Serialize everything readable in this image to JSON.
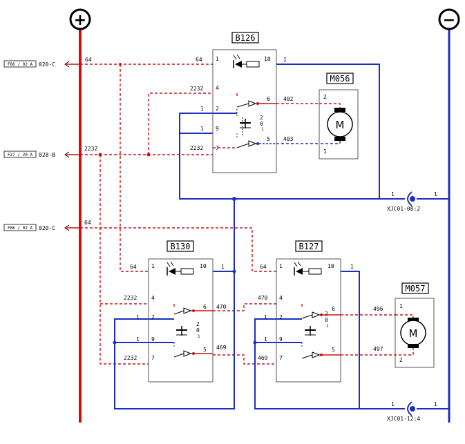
{
  "rails": {
    "positive_symbol": "+",
    "negative_symbol": "−",
    "positive_color": "#cc1111",
    "negative_color": "#1a2fbf"
  },
  "connectors": {
    "left_top": {
      "tag": "F86 / 02 A",
      "name": "020-C",
      "wire": "64"
    },
    "left_mid": {
      "tag": "F27 / 20 A",
      "name": "028-B",
      "wire": "2232"
    },
    "left_low": {
      "tag": "F86 / 02 A",
      "name": "020-C",
      "wire": "64"
    },
    "xjc_top": {
      "name": "XJC01-08:2",
      "pin_l": "1",
      "pin_r": "1"
    },
    "xjc_bot": {
      "name": "XJC01-12:4",
      "pin_l": "1",
      "pin_r": "1"
    }
  },
  "b126": {
    "title": "B126",
    "pins": {
      "p1": "1",
      "p10": "10",
      "p4": "4",
      "p2": "2",
      "p9": "9",
      "p7": "7",
      "p6": "6",
      "p5": "5"
    },
    "wires": {
      "w64": "64",
      "w1": "1",
      "w2232a": "2232",
      "w1a": "1",
      "w1b": "1",
      "w2232b": "2232",
      "w402": "402",
      "w403": "403"
    },
    "switch": {
      "a": "2",
      "b": "0",
      "c": "1"
    }
  },
  "m056": {
    "title": "M056",
    "pin_top": "2",
    "pin_bot": "1",
    "motor": "M"
  },
  "b130": {
    "title": "B130",
    "pins": {
      "p1": "1",
      "p10": "10",
      "p4": "4",
      "p2": "2",
      "p9": "9",
      "p7": "7",
      "p6": "6",
      "p5": "5"
    },
    "wires": {
      "w64": "64",
      "w1": "1",
      "w2232a": "2232",
      "w1a": "1",
      "w1b": "1",
      "w2232b": "2232",
      "w470": "470",
      "w469": "469"
    },
    "switch": {
      "a": "2",
      "b": "0",
      "c": "1"
    }
  },
  "b127": {
    "title": "B127",
    "pins": {
      "p1": "1",
      "p10": "10",
      "p4": "4",
      "p2": "2",
      "p9": "9",
      "p7": "7",
      "p6": "6",
      "p5": "5"
    },
    "wires": {
      "w64": "64",
      "w1": "1",
      "w470": "470",
      "w1a": "1",
      "w1b": "1",
      "w469": "469",
      "w496": "496",
      "w497": "497"
    },
    "switch": {
      "a": "2",
      "b": "0",
      "c": "1"
    }
  },
  "m057": {
    "title": "M057",
    "pin_top": "1",
    "pin_bot": "2",
    "motor": "M"
  }
}
